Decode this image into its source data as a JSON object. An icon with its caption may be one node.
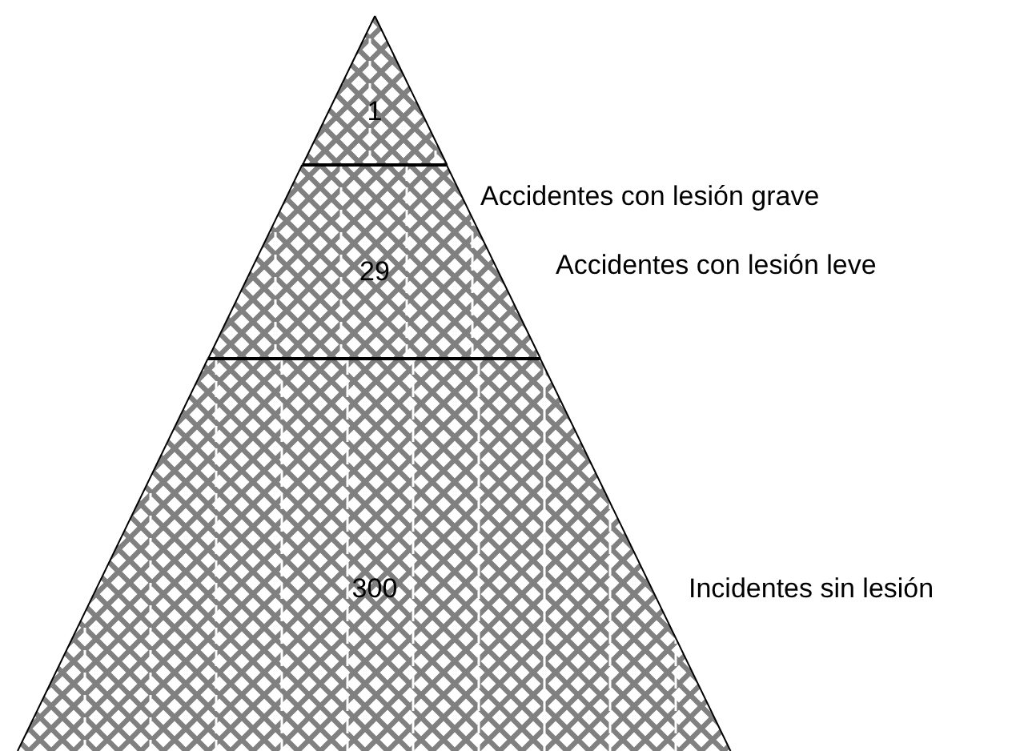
{
  "diagram": {
    "nodes": [
      {
        "text": [
          "1"
        ]
      },
      {
        "text": [
          "29"
        ]
      },
      {
        "text": [
          "300"
        ]
      }
    ],
    "edges": [],
    "labels": [
      "Accidentes con lesión grave",
      "Accidentes con lesión leve",
      "Incidentes sin lesión"
    ]
  }
}
